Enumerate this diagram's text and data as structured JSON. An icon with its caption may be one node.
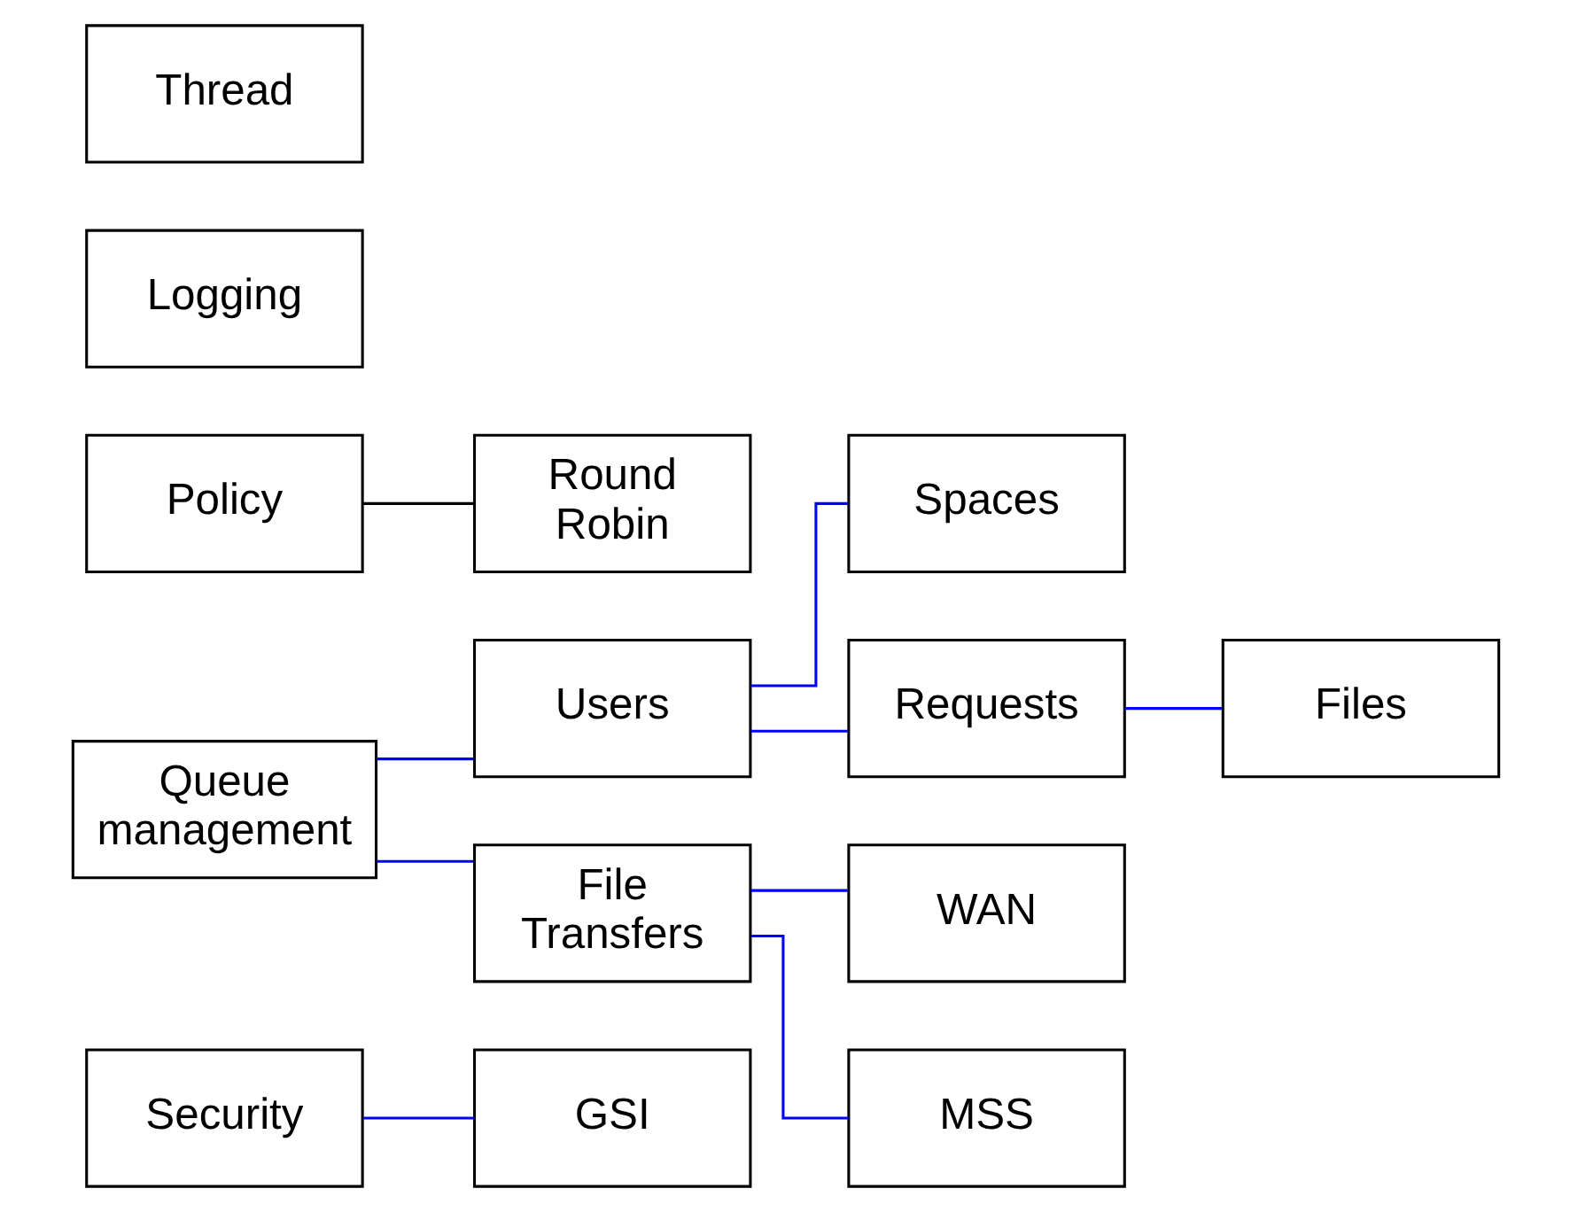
{
  "diagram": {
    "nodes": [
      {
        "text": [
          "Thread"
        ]
      },
      {
        "text": [
          "Logging"
        ]
      },
      {
        "text": [
          "Policy"
        ]
      },
      {
        "text": [
          "Round Robin"
        ]
      },
      {
        "text": [
          "Queue management"
        ]
      },
      {
        "text": [
          "Users"
        ]
      },
      {
        "text": [
          "Spaces"
        ]
      },
      {
        "text": [
          "Requests"
        ]
      },
      {
        "text": [
          "Files"
        ]
      },
      {
        "text": [
          "File Transfers"
        ]
      },
      {
        "text": [
          "WAN"
        ]
      },
      {
        "text": [
          "MSS"
        ]
      },
      {
        "text": [
          "Security"
        ]
      },
      {
        "text": [
          "GSI"
        ]
      }
    ],
    "edges": [
      {
        "from": 2,
        "to": 3,
        "arrow": "none",
        "color": "#000000"
      },
      {
        "from": 4,
        "to": 5,
        "arrow": "none"
      },
      {
        "from": 4,
        "to": 9,
        "arrow": "none"
      },
      {
        "from": 5,
        "to": 6,
        "arrow": "none"
      },
      {
        "from": 5,
        "to": 7,
        "arrow": "none"
      },
      {
        "from": 7,
        "to": 8,
        "arrow": "none"
      },
      {
        "from": 9,
        "to": 10,
        "arrow": "none"
      },
      {
        "from": 9,
        "to": 11,
        "arrow": "none"
      },
      {
        "from": 12,
        "to": 13,
        "arrow": "none"
      }
    ]
  }
}
